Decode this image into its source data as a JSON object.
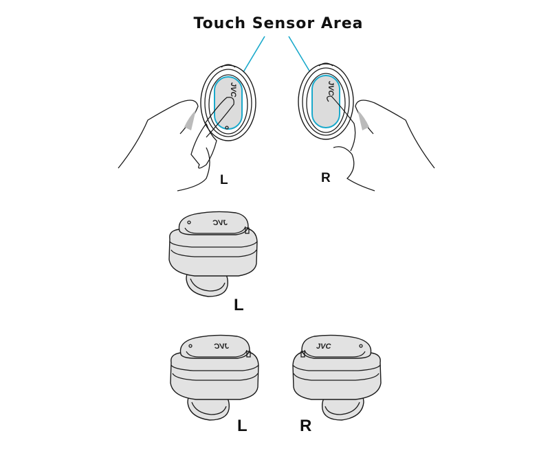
{
  "title": "Touch Sensor Area",
  "brand_logo": "JVC",
  "colors": {
    "sensor_highlight": "#19a9cb",
    "earbud_fill": "#e2e2e2"
  },
  "top_labels": {
    "left": "L",
    "right": "R"
  },
  "middle_label": "L",
  "bottom_labels": {
    "left": "L",
    "right": "R"
  }
}
